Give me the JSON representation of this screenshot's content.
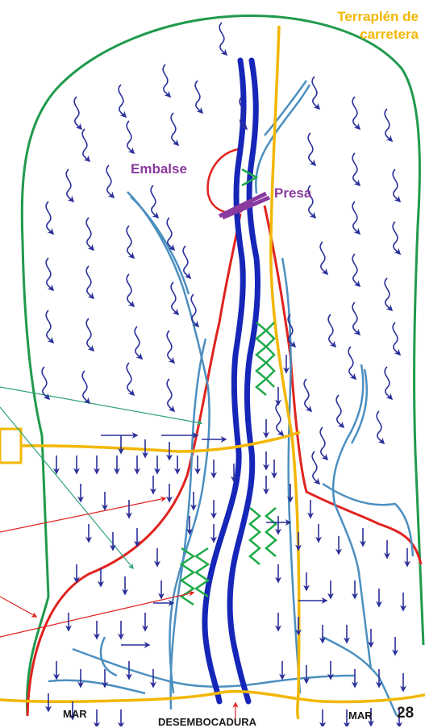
{
  "labels": {
    "road_line1": "Terraplén de",
    "road_line2": "carretera",
    "reservoir": "Embalse",
    "dam": "Presa",
    "sea_left": "MAR",
    "mouth": "DESEMBOCADURA",
    "sea_right": "MAR",
    "page_number": "28"
  },
  "colors": {
    "watershed": "#1f9a4c",
    "river_main": "#1626b8",
    "tributaries": "#4c8fc0",
    "runoff_arrows": "#2a2f9a",
    "road": "#f2b705",
    "flood_boundary": "#e0231f",
    "reservoir_outline": "#e0231f",
    "dam": "#8a3a9e",
    "sediment_bars": "#1faa4a",
    "pointer_green": "#2fa37a",
    "pointer_red": "#e0231f"
  },
  "icons": {
    "runoff": "curved-arrow-icon",
    "flow": "straight-arrow-icon"
  }
}
